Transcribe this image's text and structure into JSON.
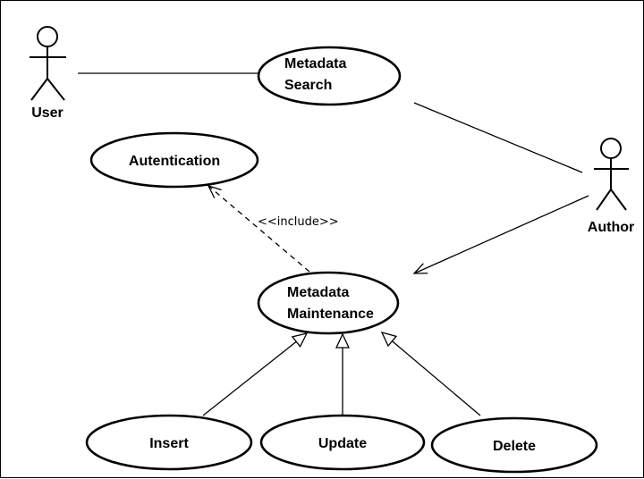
{
  "diagram": {
    "actors": {
      "user": "User",
      "author": "Author"
    },
    "use_cases": {
      "metadata_search_line1": "Metadata",
      "metadata_search_line2": "Search",
      "authentication": "Autentication",
      "maintenance_line1": "Metadata",
      "maintenance_line2": "Maintenance",
      "insert": "Insert",
      "update": "Update",
      "delete": "Delete"
    },
    "relations": {
      "include_label": "<<include>>"
    },
    "colors": {
      "stroke": "#000000",
      "fill": "#ffffff",
      "background": "#ffffff"
    }
  }
}
